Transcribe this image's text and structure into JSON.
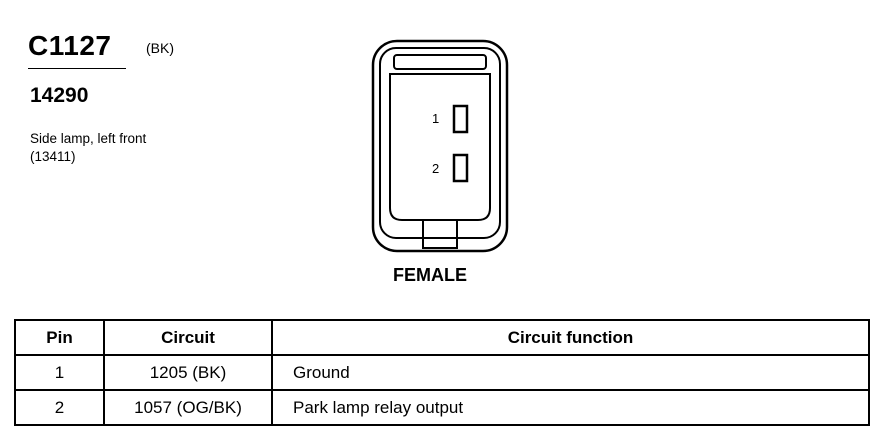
{
  "connector": {
    "id": "C1127",
    "color_code": "(BK)",
    "part_number": "14290",
    "description_lines": [
      "Side lamp, left front",
      "(13411)"
    ]
  },
  "diagram": {
    "pin_labels": [
      "1",
      "2"
    ],
    "gender": "FEMALE"
  },
  "table": {
    "headers": [
      "Pin",
      "Circuit",
      "Circuit function"
    ],
    "rows": [
      {
        "pin": "1",
        "circuit": "1205 (BK)",
        "function": "Ground"
      },
      {
        "pin": "2",
        "circuit": "1057 (OG/BK)",
        "function": "Park lamp relay output"
      }
    ]
  }
}
